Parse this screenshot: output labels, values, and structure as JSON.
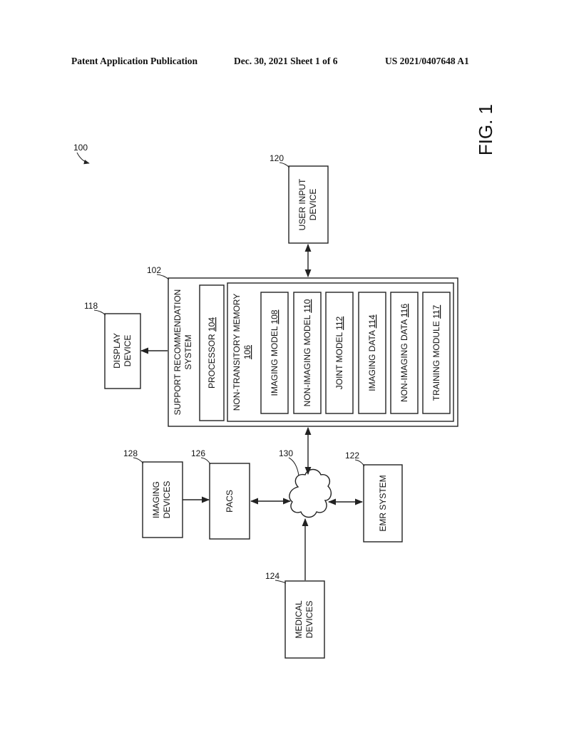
{
  "header": {
    "publication": "Patent Application Publication",
    "date_sheet": "Dec. 30, 2021   Sheet 1 of 6",
    "number": "US 2021/0407648 A1"
  },
  "figure": {
    "label": "FIG. 1",
    "system_ref": "100",
    "support_system": {
      "ref": "102",
      "title_line1": "SUPPORT RECOMMENDATION",
      "title_line2": "SYSTEM",
      "processor": {
        "label": "PROCESSOR ",
        "ref": "104"
      },
      "memory": {
        "label": "NON-TRANSITORY MEMORY",
        "ref": "106"
      },
      "modules": [
        {
          "label": "IMAGING MODEL ",
          "ref": "108"
        },
        {
          "label": "NON-IMAGING MODEL ",
          "ref": "110"
        },
        {
          "label": "JOINT MODEL ",
          "ref": "112"
        },
        {
          "label": "IMAGING DATA ",
          "ref": "114"
        },
        {
          "label": "NON-IMAGING DATA ",
          "ref": "116"
        },
        {
          "label": "TRAINING MODULE ",
          "ref": "117"
        }
      ]
    },
    "display_device": {
      "ref": "118",
      "line1": "DISPLAY",
      "line2": "DEVICE"
    },
    "user_input_device": {
      "ref": "120",
      "line1": "USER INPUT",
      "line2": "DEVICE"
    },
    "emr_system": {
      "ref": "122",
      "label": "EMR SYSTEM"
    },
    "medical_devices": {
      "ref": "124",
      "line1": "MEDICAL",
      "line2": "DEVICES"
    },
    "pacs": {
      "ref": "126",
      "label": "PACS"
    },
    "imaging_devices": {
      "ref": "128",
      "line1": "IMAGING",
      "line2": "DEVICES"
    },
    "network": {
      "ref": "130"
    }
  }
}
